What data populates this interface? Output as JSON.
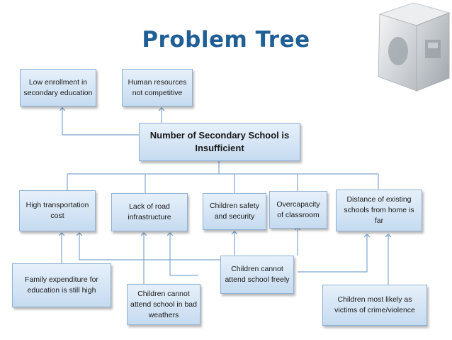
{
  "title": "Problem Tree",
  "main_problem": "Number of Secondary School is Insufficient",
  "effects": {
    "low_enrollment": "Low enrollment in secondary education",
    "human_resources": "Human resources not competitive"
  },
  "causes": {
    "transportation": "High transportation cost",
    "road": "Lack of road infrastructure",
    "safety": "Children safety and security",
    "overcapacity": "Overcapacity of classroom",
    "distance": "Distance of existing schools from home is far"
  },
  "sub_causes": {
    "family_expenditure": "Family expenditure for education is still high",
    "bad_weathers": "Children cannot attend school in bad weathers",
    "attend_freely": "Children cannot attend school freely",
    "crime": "Children most likely as victims of crime/violence"
  },
  "colors": {
    "title": "#1f5f96",
    "box_border": "#8fb2d6",
    "box_fill_top": "#e6f0fa",
    "box_fill_bottom": "#c6dbf0",
    "connector": "#7fa6cf"
  }
}
